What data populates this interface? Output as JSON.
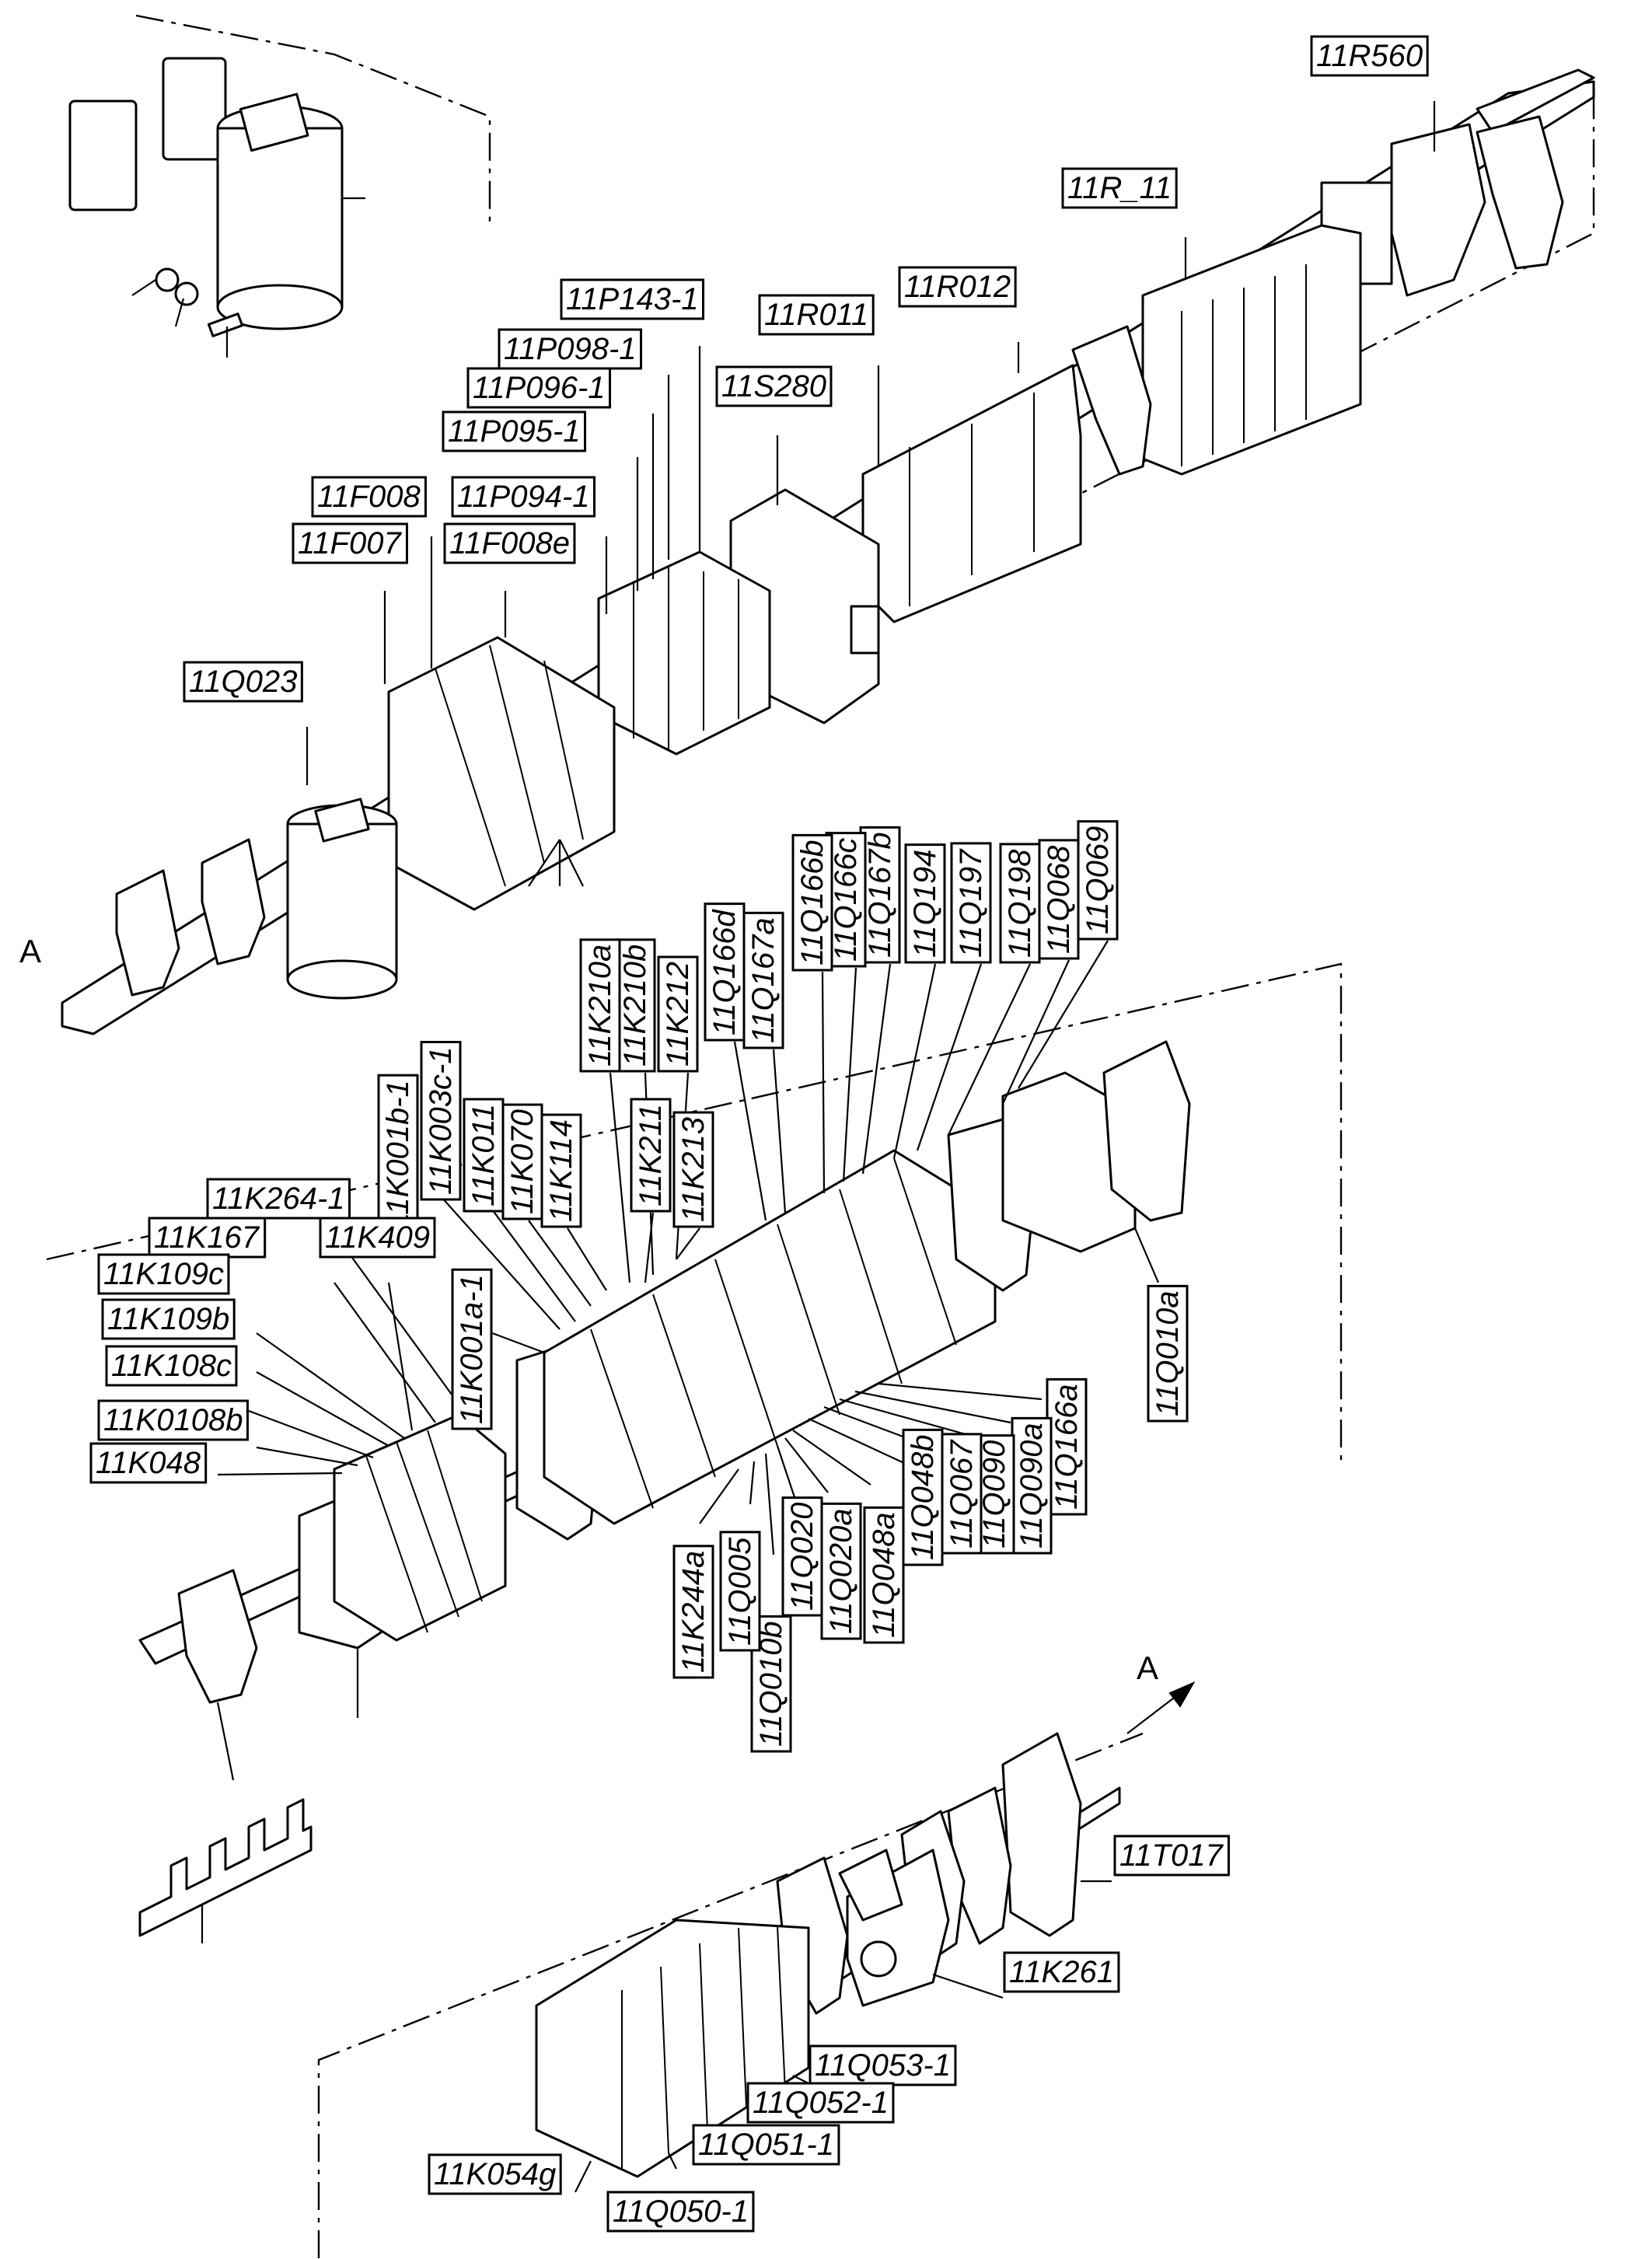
{
  "diagram": {
    "arrow_a_left": "A",
    "arrow_a_right": "A",
    "labels": [
      {
        "id": "11R560",
        "text": "11R560"
      },
      {
        "id": "11R_11",
        "text": "11R_11"
      },
      {
        "id": "11R012",
        "text": "11R012"
      },
      {
        "id": "11R011",
        "text": "11R011"
      },
      {
        "id": "11P143-1",
        "text": "11P143-1"
      },
      {
        "id": "11P098-1",
        "text": "11P098-1"
      },
      {
        "id": "11P096-1",
        "text": "11P096-1"
      },
      {
        "id": "11S280",
        "text": "11S280"
      },
      {
        "id": "11P095-1",
        "text": "11P095-1"
      },
      {
        "id": "11F008",
        "text": "11F008"
      },
      {
        "id": "11P094-1",
        "text": "11P094-1"
      },
      {
        "id": "11F007",
        "text": "11F007"
      },
      {
        "id": "11F008e",
        "text": "11F008e"
      },
      {
        "id": "11Q023",
        "text": "11Q023"
      },
      {
        "id": "11Q069",
        "text": "11Q069"
      },
      {
        "id": "11Q068",
        "text": "11Q068"
      },
      {
        "id": "11Q198",
        "text": "11Q198"
      },
      {
        "id": "11Q197",
        "text": "11Q197"
      },
      {
        "id": "11Q194",
        "text": "11Q194"
      },
      {
        "id": "11Q167b",
        "text": "11Q167b"
      },
      {
        "id": "11Q166c",
        "text": "11Q166c"
      },
      {
        "id": "11Q166b",
        "text": "11Q166b"
      },
      {
        "id": "11Q167a",
        "text": "11Q167a"
      },
      {
        "id": "11Q166d",
        "text": "11Q166d"
      },
      {
        "id": "11K212",
        "text": "11K212"
      },
      {
        "id": "11K210b",
        "text": "11K210b"
      },
      {
        "id": "11K210a",
        "text": "11K210a"
      },
      {
        "id": "11K211",
        "text": "11K211"
      },
      {
        "id": "11K213",
        "text": "11K213"
      },
      {
        "id": "11K114",
        "text": "11K114"
      },
      {
        "id": "11K070",
        "text": "11K070"
      },
      {
        "id": "11K011",
        "text": "11K011"
      },
      {
        "id": "11K003c-1",
        "text": "11K003c-1"
      },
      {
        "id": "11K001b-1",
        "text": "11K001b-1"
      },
      {
        "id": "11K264-1",
        "text": "11K264-1"
      },
      {
        "id": "11K167",
        "text": "11K167"
      },
      {
        "id": "11K409",
        "text": "11K409"
      },
      {
        "id": "11K109c",
        "text": "11K109c"
      },
      {
        "id": "11K109b",
        "text": "11K109b"
      },
      {
        "id": "11K108c",
        "text": "11K108c"
      },
      {
        "id": "11K0108b",
        "text": "11K0108b"
      },
      {
        "id": "11K048",
        "text": "11K048"
      },
      {
        "id": "11K001a-1",
        "text": "11K001a-1"
      },
      {
        "id": "11Q010a",
        "text": "11Q010a"
      },
      {
        "id": "11Q166a",
        "text": "11Q166a"
      },
      {
        "id": "11Q090a",
        "text": "11Q090a"
      },
      {
        "id": "11Q090",
        "text": "11Q090"
      },
      {
        "id": "11Q067",
        "text": "11Q067"
      },
      {
        "id": "11Q048b",
        "text": "11Q048b"
      },
      {
        "id": "11Q048a",
        "text": "11Q048a"
      },
      {
        "id": "11Q020a",
        "text": "11Q020a"
      },
      {
        "id": "11Q020",
        "text": "11Q020"
      },
      {
        "id": "11Q010b",
        "text": "11Q010b"
      },
      {
        "id": "11Q005",
        "text": "11Q005"
      },
      {
        "id": "11K244a",
        "text": "11K244a"
      },
      {
        "id": "11T017",
        "text": "11T017"
      },
      {
        "id": "11K261",
        "text": "11K261"
      },
      {
        "id": "11Q053-1",
        "text": "11Q053-1"
      },
      {
        "id": "11Q052-1",
        "text": "11Q052-1"
      },
      {
        "id": "11Q051-1",
        "text": "11Q051-1"
      },
      {
        "id": "11K054g",
        "text": "11K054g"
      },
      {
        "id": "11Q050-1",
        "text": "11Q050-1"
      }
    ]
  }
}
